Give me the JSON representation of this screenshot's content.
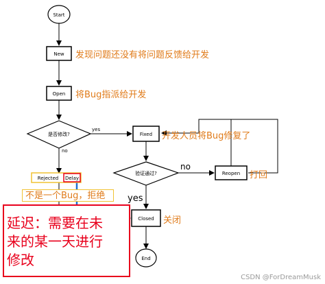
{
  "nodes": {
    "start": "Start",
    "new": "New",
    "open": "Open",
    "decision_modify": "是否修改?",
    "fixed": "Fixed",
    "verify": "验证通过?",
    "reopen": "Reopen",
    "rejected": "Rejected",
    "delay": "Delay",
    "closed": "Closed",
    "end": "End"
  },
  "edge_labels": {
    "modify_yes": "yes",
    "modify_no": "no",
    "verify_no": "no",
    "verify_yes": "yes"
  },
  "annotations": {
    "new": "发现问题还没有将问题反馈给开发",
    "open": "将Bug指派给开发",
    "fixed": "开发人员将Bug修复了",
    "reopen": "打回",
    "closed": "关闭",
    "rejected": "不是一个Bug，拒绝",
    "delay_lines": [
      "延迟：需要在未",
      "来的某一天进行",
      "修改"
    ]
  },
  "watermark": "CSDN @ForDreamMusk",
  "colors": {
    "annotation": "#e07b1a",
    "rejected_border": "#f1c232",
    "delay_border": "#e8001c",
    "blue_arrow": "#1f6fd1"
  }
}
